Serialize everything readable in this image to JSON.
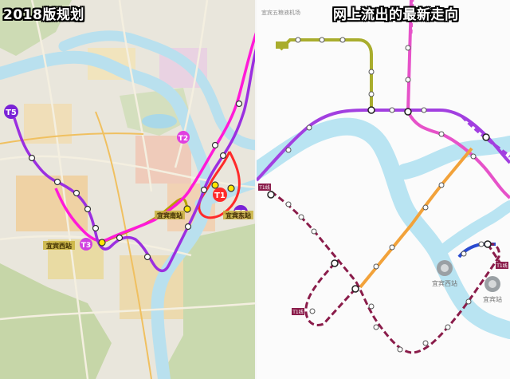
{
  "left_map": {
    "title": "2018版规划",
    "line_badges": [
      "T5",
      "T5",
      "T1",
      "T2",
      "T3"
    ],
    "station_labels": [
      "宜宾西站",
      "宜宾南站",
      "宜宾东站"
    ],
    "colors": {
      "line_purple": "#9b2fe0",
      "line_magenta": "#ff1ad8",
      "line_red": "#ff2a2a",
      "line_gold": "#b8a000",
      "river": "#b8e0ee",
      "hills": "#cfdcb8"
    }
  },
  "right_map": {
    "title": "网上流出的最新走向",
    "airport_label": "宜宾五粮液机场",
    "station_names": [
      "宜宾西站",
      "宜宾站"
    ],
    "badges": [
      "T1线",
      "T1线",
      "T1线"
    ],
    "colors": {
      "line_olive": "#a9ad2d",
      "line_magenta": "#e652c9",
      "line_purple": "#a23fe0",
      "line_maroon": "#8a1c4a",
      "line_orange": "#f2a23a",
      "line_blue": "#2a4ad0",
      "river": "#b9e4f2"
    }
  }
}
